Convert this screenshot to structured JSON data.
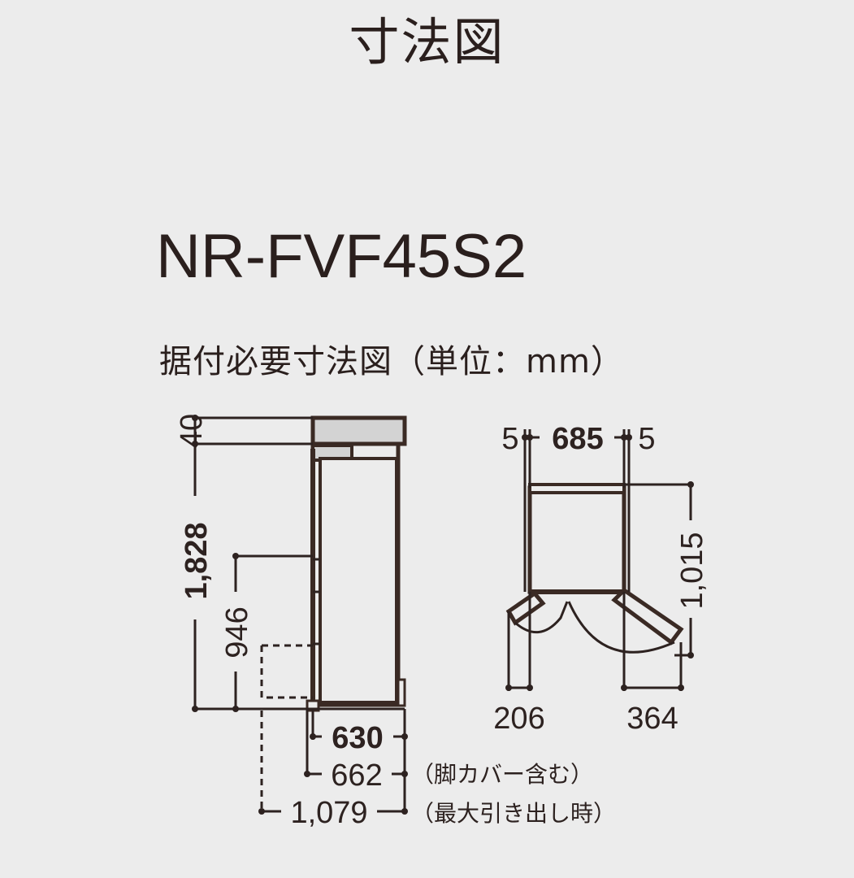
{
  "title": "寸法図",
  "model": "NR-FVF45S2",
  "subtitle": "据付必要寸法図（単位：mm）",
  "side_view": {
    "top_clearance": "40",
    "height": "1,828",
    "door_height": "946",
    "depth": "630",
    "depth_with_cover": "662",
    "depth_with_cover_note": "（脚カバー含む）",
    "depth_drawer_open": "1,079",
    "depth_drawer_open_note": "（最大引き出し時）"
  },
  "top_view": {
    "left_gap": "5",
    "width": "685",
    "right_gap": "5",
    "depth": "1,015",
    "left_door_swing": "206",
    "right_door_swing": "364"
  },
  "colors": {
    "background": "#ececec",
    "outline": "#3a2a24",
    "fridge_fill": "#ececec",
    "top_clearance_fill": "#d3d3d3",
    "text": "#2d2220"
  }
}
